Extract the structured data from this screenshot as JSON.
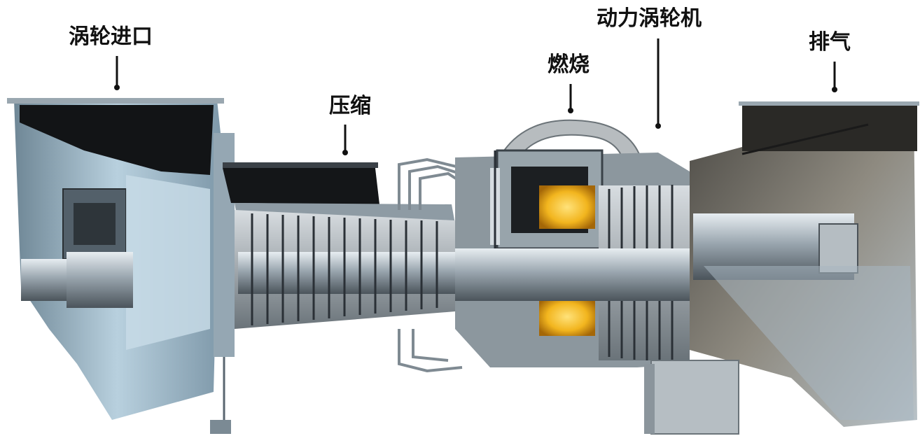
{
  "labels": {
    "inlet": "涡轮进口",
    "compress": "压缩",
    "combust": "燃烧",
    "power_turbine": "动力涡轮机",
    "exhaust": "排气"
  },
  "colors": {
    "text": "#111111",
    "casing_dark": "#1b1d20",
    "metal_light": "#c9d6de",
    "metal_mid": "#8f9aa3",
    "inlet_blue": "#a9c6d8",
    "flame": "#f2b51e"
  }
}
